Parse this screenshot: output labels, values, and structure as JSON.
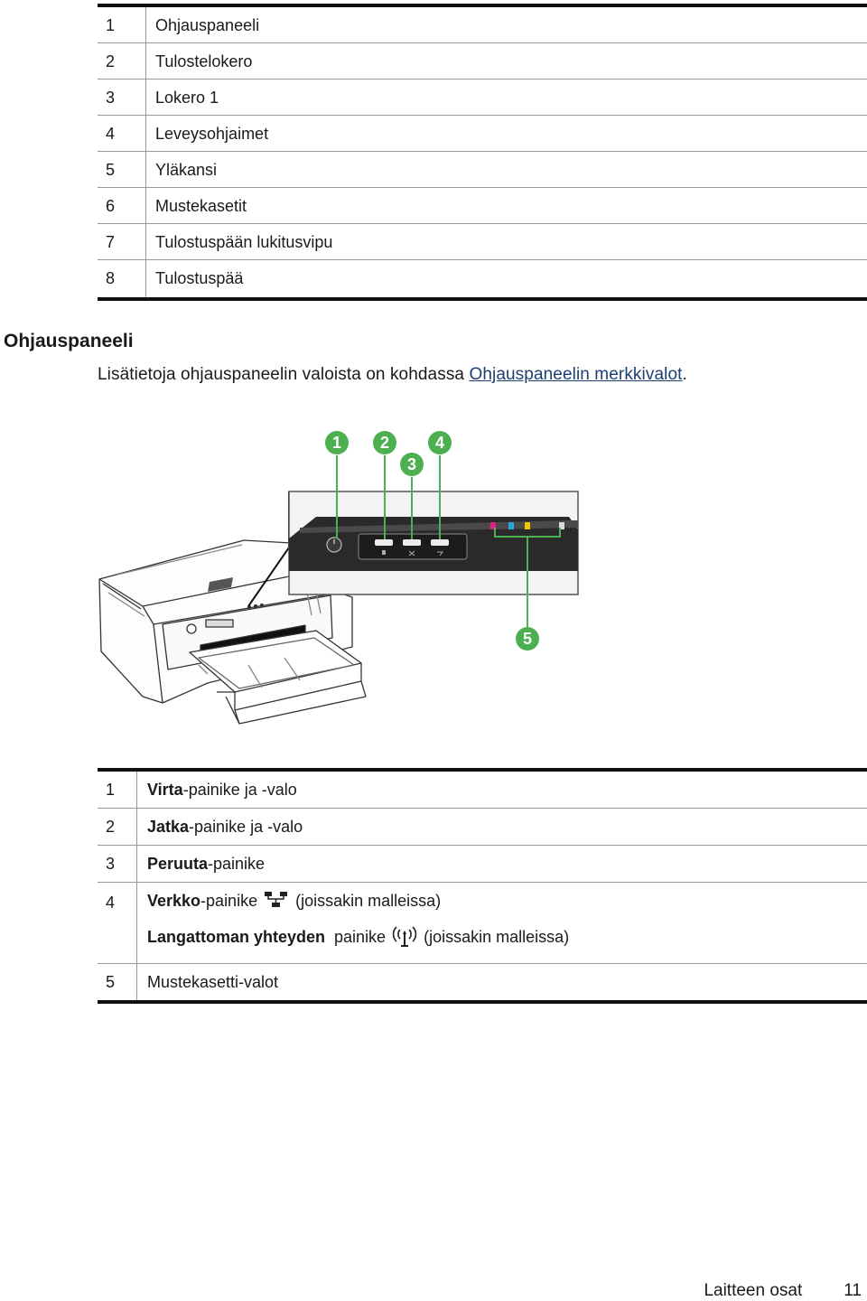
{
  "parts_table": {
    "rows": [
      {
        "num": "1",
        "label": "Ohjauspaneeli"
      },
      {
        "num": "2",
        "label": "Tulostelokero"
      },
      {
        "num": "3",
        "label": "Lokero 1"
      },
      {
        "num": "4",
        "label": "Leveysohjaimet"
      },
      {
        "num": "5",
        "label": "Yläkansi"
      },
      {
        "num": "6",
        "label": "Mustekasetit"
      },
      {
        "num": "7",
        "label": "Tulostuspään lukitusvipu"
      },
      {
        "num": "8",
        "label": "Tulostuspää"
      }
    ]
  },
  "section": {
    "heading": "Ohjauspaneeli",
    "intro_text": "Lisätietoja ohjauspaneelin valoista on kohdassa ",
    "intro_link": "Ohjauspaneelin merkkivalot",
    "intro_end": "."
  },
  "figure": {
    "callouts": [
      "1",
      "2",
      "3",
      "4",
      "5"
    ],
    "callout_color": "#4caf50",
    "ink_colors": [
      "#e0218a",
      "#2aa5e0",
      "#f2c500",
      "#d8d8d8"
    ]
  },
  "controls_table": {
    "row1": {
      "num": "1",
      "bold": "Virta",
      "rest": "-painike ja -valo"
    },
    "row2": {
      "num": "2",
      "bold": "Jatka",
      "rest": "-painike ja -valo"
    },
    "row3": {
      "num": "3",
      "bold": "Peruuta",
      "rest": "-painike"
    },
    "row4": {
      "num": "4",
      "line1_bold": "Verkko",
      "line1_rest": "-painike",
      "line1_suffix": "(joissakin malleissa)",
      "line1_icon": "network-icon",
      "line2_bold": "Langattoman yhteyden",
      "line2_rest": "painike",
      "line2_suffix": "(joissakin malleissa)",
      "line2_icon": "wireless-icon"
    },
    "row5": {
      "num": "5",
      "label": "Mustekasetti-valot"
    }
  },
  "footer": {
    "section": "Laitteen osat",
    "page": "11"
  }
}
